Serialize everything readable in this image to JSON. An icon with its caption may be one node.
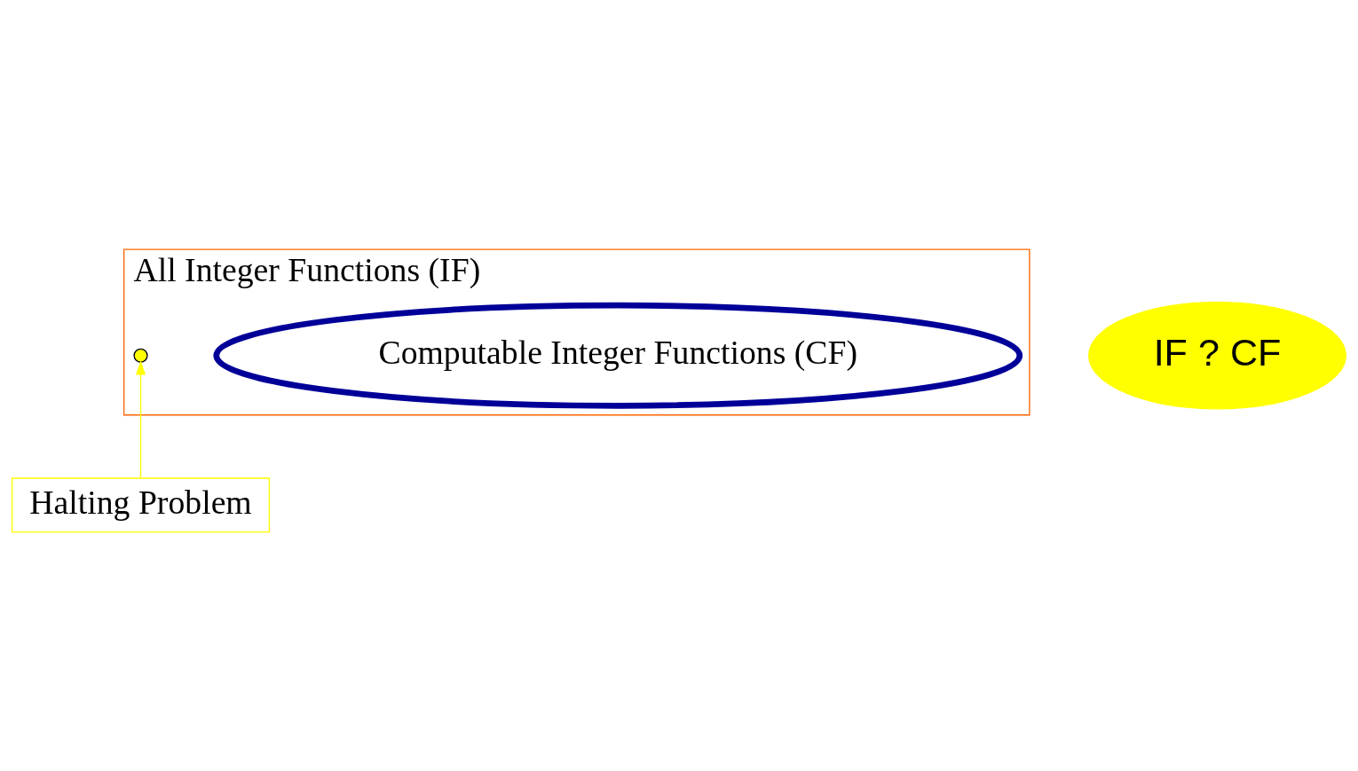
{
  "diagram": {
    "nodes": [
      {
        "text": [
          "All Integer Functions (IF)"
        ]
      },
      {
        "text": [
          "Computable Integer Functions (CF)"
        ],
        "in": 0
      },
      {
        "text": [],
        "shape": "circle",
        "in": 0
      },
      {
        "text": [
          "Halting Problem"
        ]
      },
      {
        "text": [
          "IF ? CF"
        ]
      }
    ],
    "edges": [
      {
        "from": 3,
        "to": 2,
        "arrow": "to",
        "color": "#ffff00"
      }
    ]
  }
}
